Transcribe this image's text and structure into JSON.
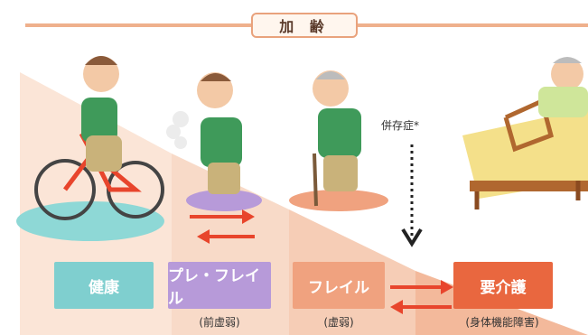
{
  "header": {
    "aging_label": "加 齢"
  },
  "stages": [
    {
      "label": "健康",
      "sub": "",
      "color": "#7fcfcf"
    },
    {
      "label": "プレ・フレイル",
      "sub": "(前虚弱)",
      "color": "#b79ad9"
    },
    {
      "label": "フレイル",
      "sub": "(虚弱)",
      "color": "#f0a27f"
    },
    {
      "label": "要介護",
      "sub": "(身体機能障害)",
      "color": "#e9673f"
    }
  ],
  "annotation": {
    "comorbidity": "併存症*"
  },
  "colors": {
    "band_light": "#fbe5d7",
    "band_mid": "#f6cdb6",
    "band_dark": "#f3b99b",
    "arrow_red": "#e8452c",
    "line": "#efb08c"
  },
  "icons": [
    "cyclist-figure",
    "tired-elder-figure",
    "cane-elder-figure",
    "bed-patient-figure",
    "down-arrow-icon"
  ]
}
